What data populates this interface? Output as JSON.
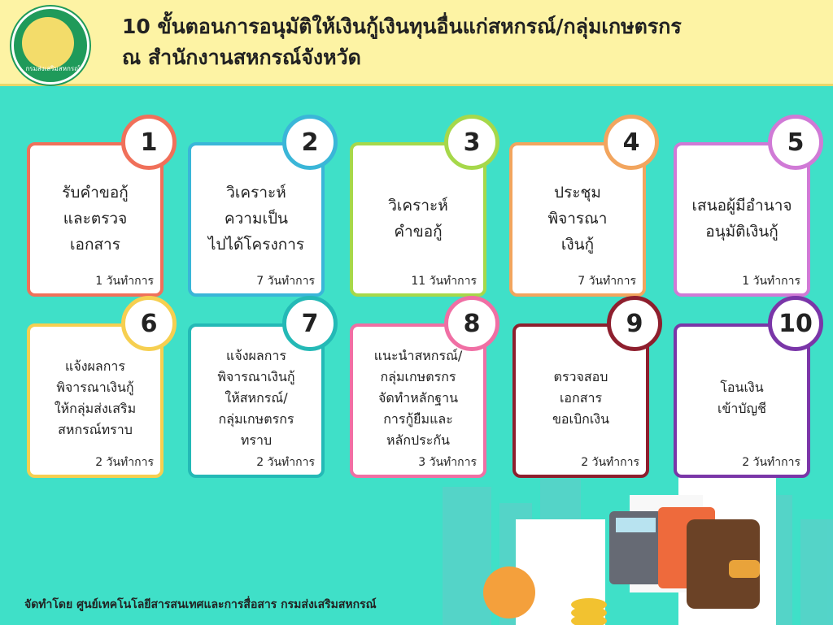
{
  "header": {
    "logo_text": "กรมส่งเสริมสหกรณ์",
    "title_line1": "10 ขั้นตอนการอนุมัติให้เงินกู้เงินทุนอื่นแก่สหกรณ์/กลุ่มเกษตรกร",
    "title_line2": "ณ สำนักงานสหกรณ์จังหวัด"
  },
  "steps": [
    {
      "number": "1",
      "text": "รับคำขอกู้\nและตรวจ\nเอกสาร",
      "days": "1 วันทำการ",
      "color": "#f0705a"
    },
    {
      "number": "2",
      "text": "วิเคราะห์\nความเป็น\nไปได้โครงการ",
      "days": "7 วันทำการ",
      "color": "#3ab6d8"
    },
    {
      "number": "3",
      "text": "วิเคราะห์\nคำขอกู้",
      "days": "11 วันทำการ",
      "color": "#a6d84a"
    },
    {
      "number": "4",
      "text": "ประชุม\nพิจารณา\nเงินกู้",
      "days": "7 วันทำการ",
      "color": "#f2a55e"
    },
    {
      "number": "5",
      "text": "เสนอผู้มีอำนาจ\nอนุมัติเงินกู้",
      "days": "1 วันทำการ",
      "color": "#d07ad6"
    },
    {
      "number": "6",
      "text": "แจ้งผลการ\nพิจารณาเงินกู้\nให้กลุ่มส่งเสริม\nสหกรณ์ทราบ",
      "days": "2 วันทำการ",
      "color": "#f6cf50"
    },
    {
      "number": "7",
      "text": "แจ้งผลการ\nพิจารณาเงินกู้\nให้สหกรณ์/\nกลุ่มเกษตรกร\nทราบ",
      "days": "2 วันทำการ",
      "color": "#24b9b6"
    },
    {
      "number": "8",
      "text": "แนะนำสหกรณ์/\nกลุ่มเกษตรกร\nจัดทำหลักฐาน\nการกู้ยืมและ\nหลักประกัน",
      "days": "3 วันทำการ",
      "color": "#f06fa4"
    },
    {
      "number": "9",
      "text": "ตรวจสอบ\nเอกสาร\nขอเบิกเงิน",
      "days": "2 วันทำการ",
      "color": "#8e1f2e"
    },
    {
      "number": "10",
      "text": "โอนเงิน\nเข้าบัญชี",
      "days": "2 วันทำการ",
      "color": "#7a36a8"
    }
  ],
  "footer": {
    "text": "จัดทำโดย ศูนย์เทคโนโลยีสารสนเทศและการสื่อสาร กรมส่งเสริมสหกรณ์"
  }
}
